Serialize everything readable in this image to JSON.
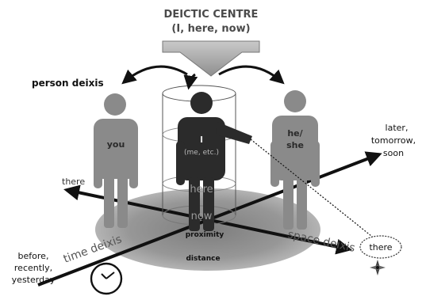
{
  "title": "DEICTIC CENTRE",
  "subtitle": "(I, here, now)",
  "person_deixis_label": "person deixis",
  "figures": {
    "you": "you",
    "i_line1": "I",
    "i_line2": "(me, etc.)",
    "he_line1": "he/",
    "he_line2": "she"
  },
  "column_here": "here",
  "column_now": "now",
  "proximity": "proximity",
  "distance": "distance",
  "time_axis": {
    "label": "time deixis",
    "future_line1": "later,",
    "future_line2": "tomorrow,",
    "future_line3": "soon",
    "past_line1": "before,",
    "past_line2": "recently,",
    "past_line3": "yesterday"
  },
  "space_axis": {
    "label": "space deixis",
    "near_there": "there",
    "far_there": "there"
  },
  "icons": {
    "clock": "clock-icon",
    "compass": "compass-icon"
  },
  "colors": {
    "figure_dark": "#2b2b2b",
    "figure_grey": "#8a8a8a",
    "ellipse": "#9b9b9b",
    "axis": "#111111",
    "top_arrow": "#a8a8a8"
  }
}
